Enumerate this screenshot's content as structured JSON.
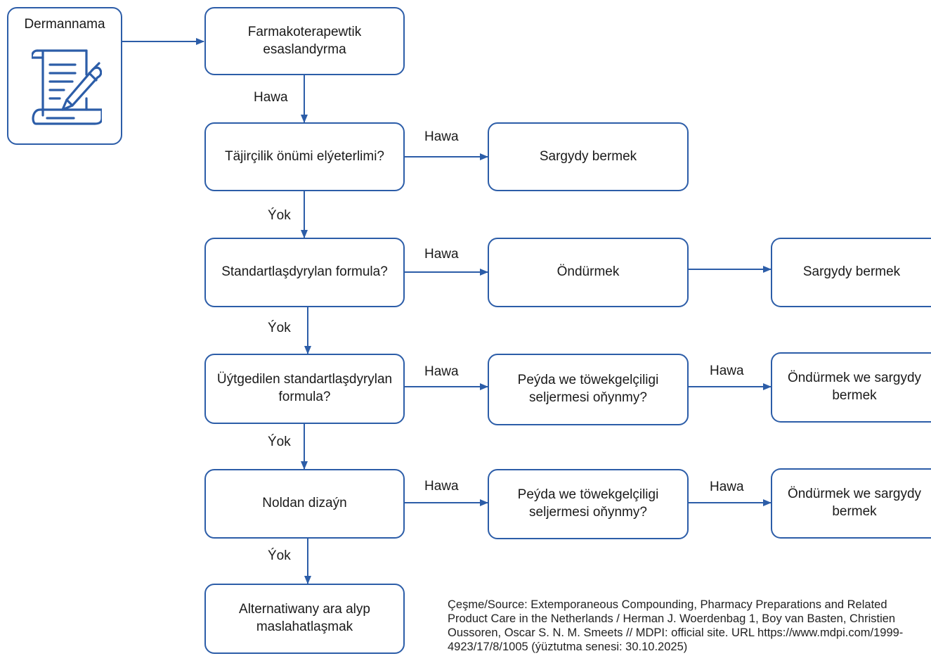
{
  "start": {
    "label": "Dermannama",
    "icon": "prescription-scroll-pen-icon"
  },
  "steps": {
    "farmako": "Farmakoterapewtik esaslandyrma",
    "tajir": "Täjirçilik önümi elýeterlimi?",
    "standart": "Standartlaşdyrylan formula?",
    "uytgedilen": "Üýtgedilen standartlaşdyrylan formula?",
    "noldan": "Noldan dizaýn",
    "alternativ": "Alternatiwany ara alyp maslahatlaşmak"
  },
  "outcomes": {
    "sargydy_1": "Sargydy bermek",
    "ondurmek": "Öndürmek",
    "sargydy_2": "Sargydy bermek",
    "peyda_1": "Peýda we töwekgelçiligi seljermesi oňynmy?",
    "ondur_sargy_1": "Öndürmek we sargydy bermek",
    "peyda_2": "Peýda we töwekgelçiligi seljermesi oňynmy?",
    "ondur_sargy_2": "Öndürmek we sargydy bermek"
  },
  "edge_labels": {
    "hawa_1": "Hawa",
    "hawa_2": "Hawa",
    "yok_1": "Ýok",
    "hawa_3": "Hawa",
    "yok_2": "Ýok",
    "hawa_4": "Hawa",
    "hawa_5": "Hawa",
    "yok_3": "Ýok",
    "hawa_6": "Hawa",
    "hawa_7": "Hawa",
    "yok_4": "Ýok"
  },
  "source": "Çeşme/Source: Extemporaneous Compounding, Pharmacy Preparations and Related Product Care in the Netherlands / Herman J. Woerdenbag 1, Boy van Basten, Christien Oussoren, Oscar S. N. M. Smeets // MDPI: official site. URL https://www.mdpi.com/1999-4923/17/8/1005 (ýüztutma senesi: 30.10.2025)",
  "colors": {
    "line": "#2c5da8",
    "text": "#1a1a1a"
  }
}
